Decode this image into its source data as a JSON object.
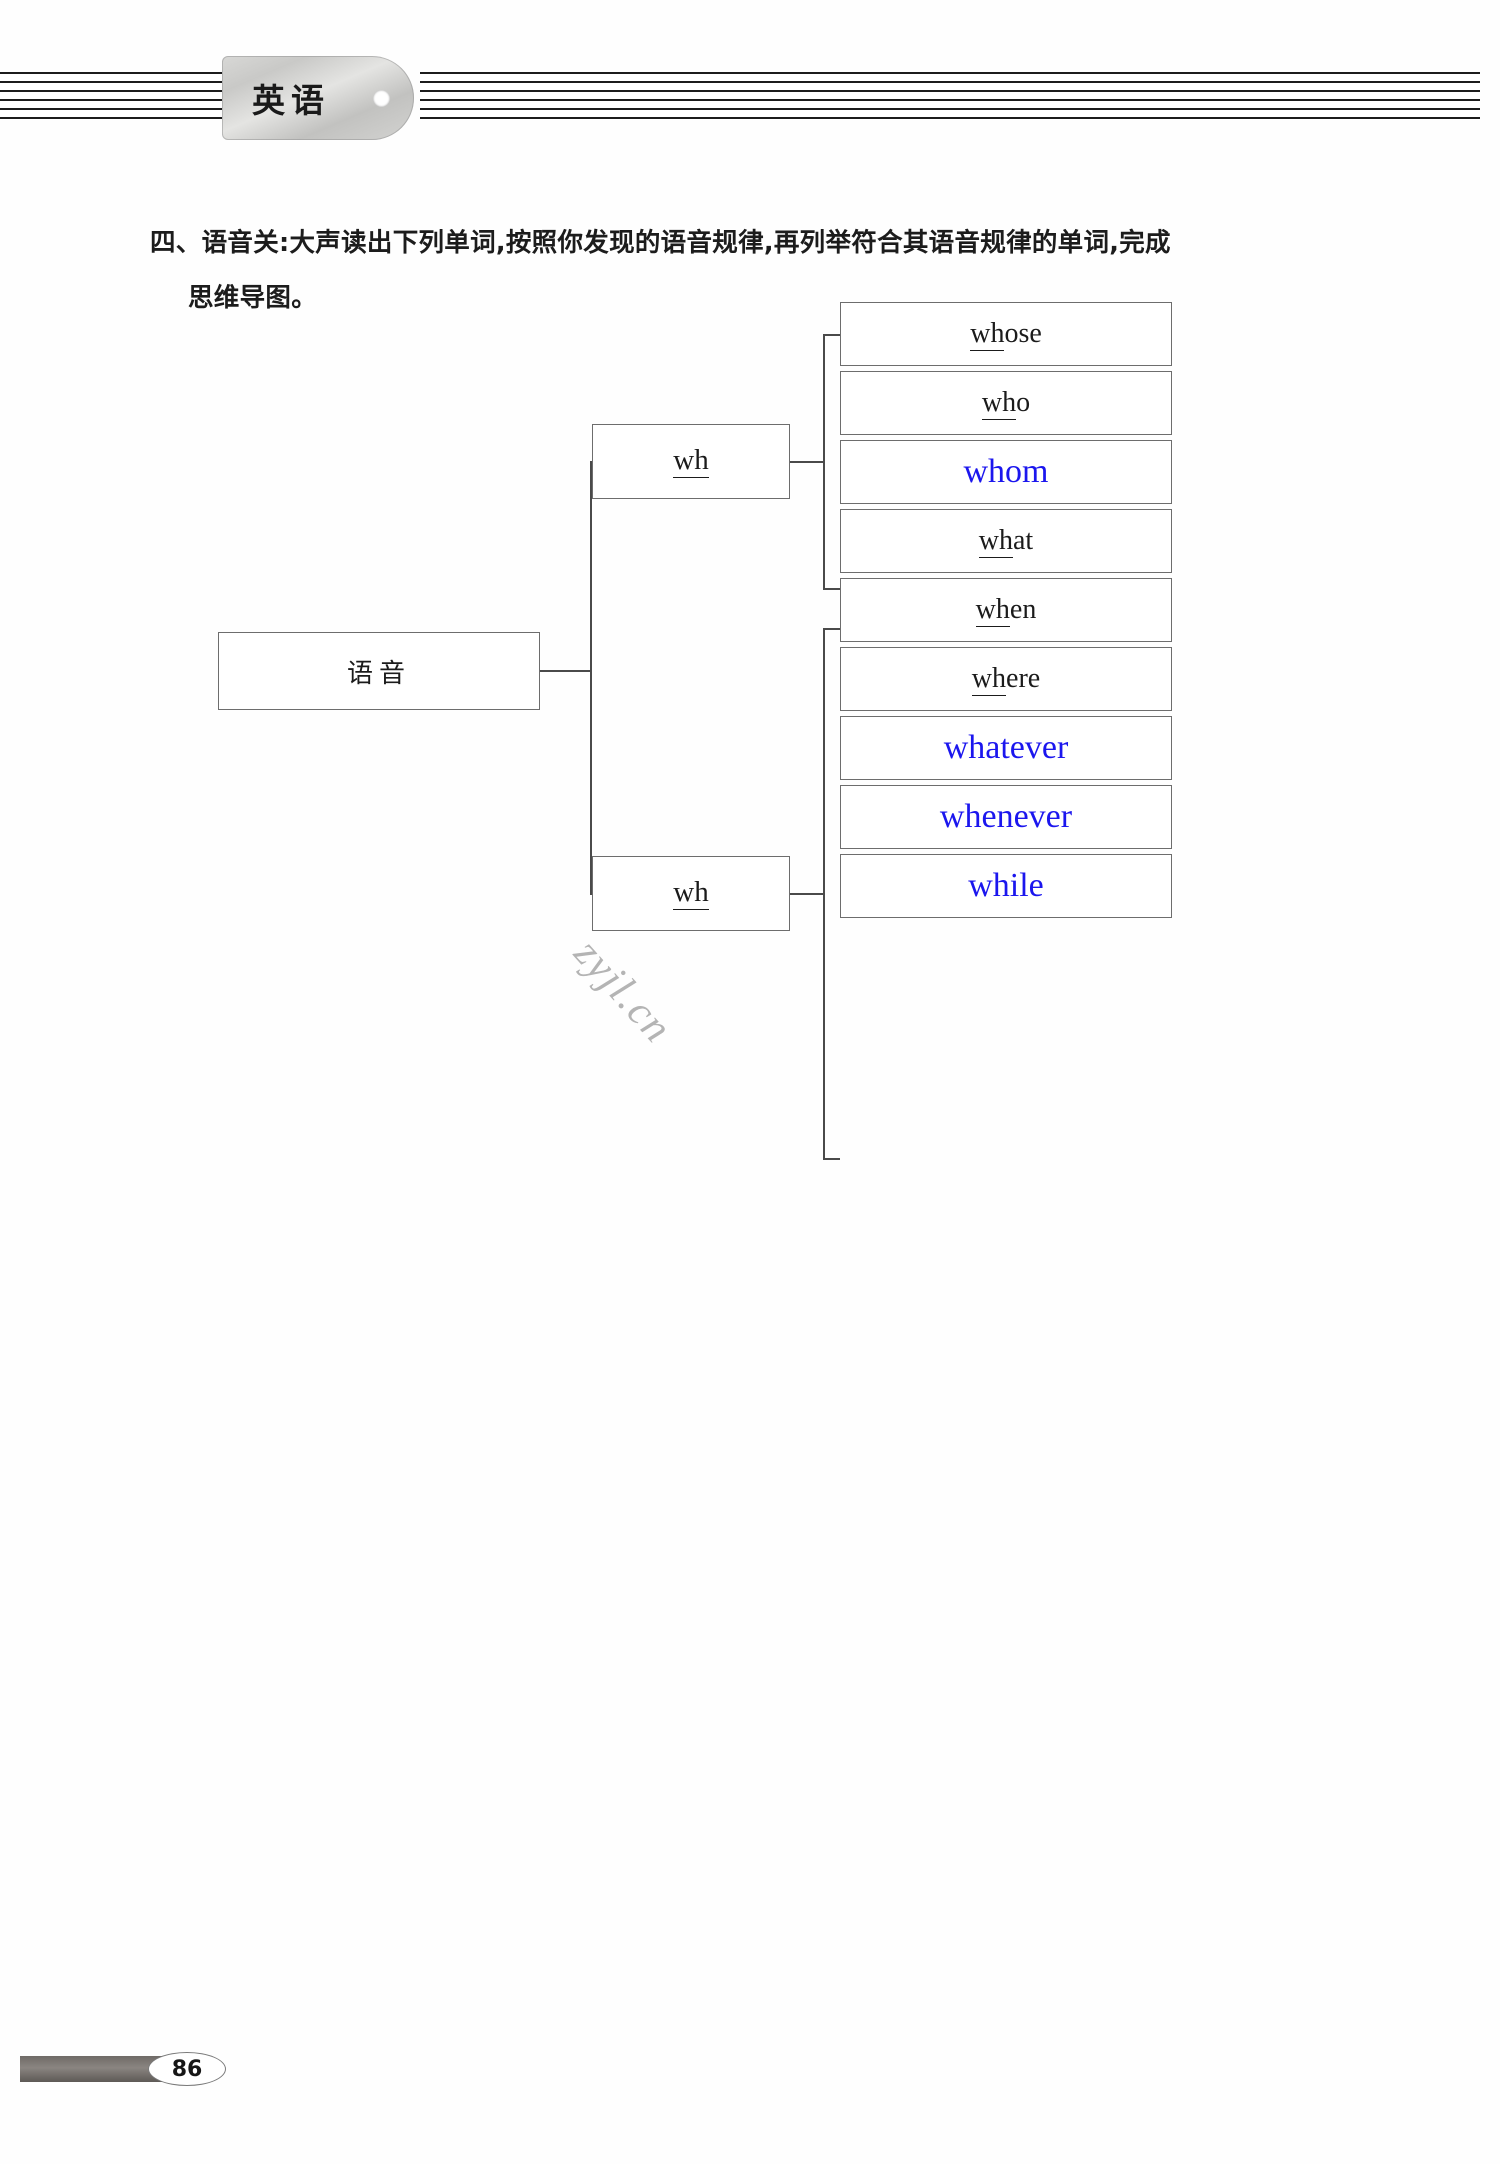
{
  "header": {
    "subject_tag": "英语",
    "rule_count_left": 6,
    "rule_count_right": 6
  },
  "instruction": {
    "line1": "四、语音关:大声读出下列单词,按照你发现的语音规律,再列举符合其语音规律的单词,完成",
    "line2": "思维导图。"
  },
  "mindmap": {
    "root": {
      "label": "语音"
    },
    "branches": [
      {
        "label": "wh",
        "label_underlined": true,
        "leaves": [
          {
            "word": "whose",
            "underline": "wh",
            "rest": "ose",
            "is_answer": false,
            "color": "#1b1b1b"
          },
          {
            "word": "who",
            "underline": "wh",
            "rest": "o",
            "is_answer": false,
            "color": "#1b1b1b"
          },
          {
            "word": "whom",
            "underline": "",
            "rest": "whom",
            "is_answer": true,
            "color": "#1b16ee"
          }
        ]
      },
      {
        "label": "wh",
        "label_underlined": true,
        "leaves": [
          {
            "word": "what",
            "underline": "wh",
            "rest": "at",
            "is_answer": false,
            "color": "#1b1b1b"
          },
          {
            "word": "when",
            "underline": "wh",
            "rest": "en",
            "is_answer": false,
            "color": "#1b1b1b"
          },
          {
            "word": "where",
            "underline": "wh",
            "rest": "ere",
            "is_answer": false,
            "color": "#1b1b1b"
          },
          {
            "word": "whatever",
            "underline": "",
            "rest": "whatever",
            "is_answer": true,
            "color": "#1b16ee"
          },
          {
            "word": "whenever",
            "underline": "",
            "rest": "whenever",
            "is_answer": true,
            "color": "#1b16ee"
          },
          {
            "word": "while",
            "underline": "",
            "rest": "while",
            "is_answer": true,
            "color": "#1b16ee"
          }
        ]
      }
    ]
  },
  "watermark": {
    "text": "zyjl.cn"
  },
  "footer": {
    "page_number": "86"
  }
}
